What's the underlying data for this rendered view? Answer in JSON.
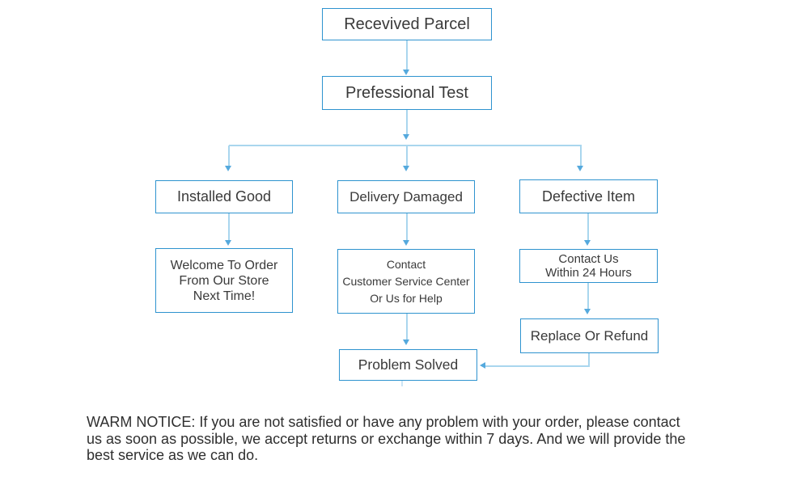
{
  "flowchart": {
    "title": "after-sale service flowchart",
    "colors": {
      "box_border": "#2E93CF",
      "connector_line": "#A9D6EE",
      "arrowhead": "#55A9DD",
      "text": "#3A3A3A"
    },
    "nodes": {
      "received_parcel": {
        "label": "Recevived Parcel"
      },
      "professional_test": {
        "label": "Prefessional Test"
      },
      "installed_good": {
        "label": "Installed Good"
      },
      "delivery_damaged": {
        "label": "Delivery Damaged"
      },
      "defective_item": {
        "label": "Defective Item"
      },
      "welcome_order": {
        "lines": [
          "Welcome To Order",
          "From Our Store",
          "Next Time!"
        ]
      },
      "contact_center": {
        "lines": [
          "Contact",
          "Customer Service Center",
          "Or Us for Help"
        ]
      },
      "contact_us_24h": {
        "lines": [
          "Contact Us",
          "Within 24 Hours"
        ]
      },
      "replace_refund": {
        "label": "Replace Or Refund"
      },
      "problem_solved": {
        "label": "Problem Solved"
      }
    },
    "edges": [
      "received_parcel -> professional_test",
      "professional_test -> installed_good",
      "professional_test -> delivery_damaged",
      "professional_test -> defective_item",
      "installed_good -> welcome_order",
      "delivery_damaged -> contact_center",
      "defective_item -> contact_us_24h",
      "contact_us_24h -> replace_refund",
      "contact_center -> problem_solved",
      "replace_refund -> problem_solved"
    ]
  },
  "notice": {
    "lines": [
      "WARM NOTICE: If you are not satisfied or have any problem with your order, please contact",
      "us as soon as possible, we accept returns or exchange  within 7 days. And we will provide the",
      "best service as we can do."
    ]
  }
}
